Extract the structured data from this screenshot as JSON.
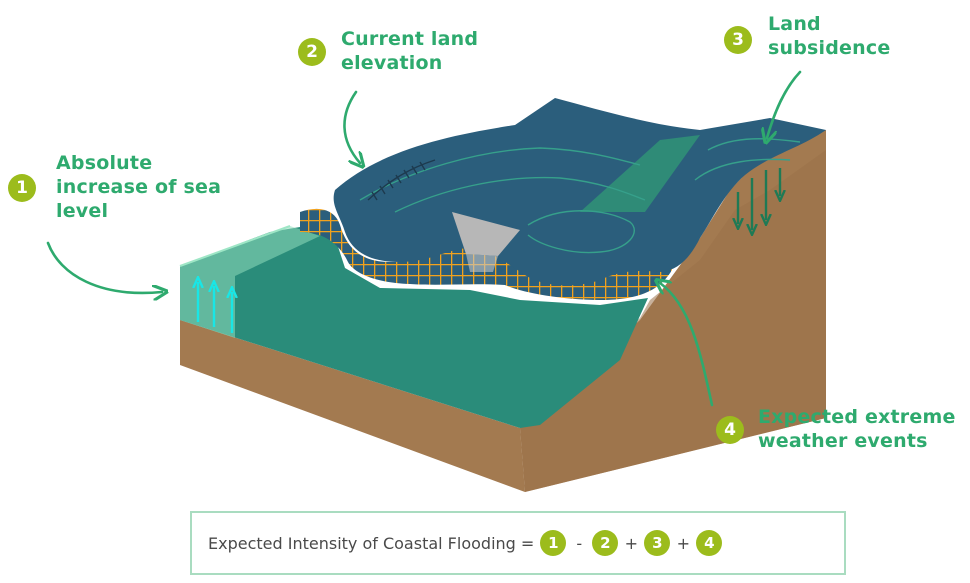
{
  "labels": {
    "one": {
      "badge": "1",
      "line1": "Absolute",
      "line2": "increase of sea",
      "line3": "level"
    },
    "two": {
      "badge": "2",
      "line1": "Current land",
      "line2": "elevation"
    },
    "three": {
      "badge": "3",
      "line1": "Land",
      "line2": "subsidence"
    },
    "four": {
      "badge": "4",
      "line1": "Expected extreme",
      "line2": "weather events"
    }
  },
  "formula": {
    "text": "Expected Intensity of Coastal Flooding =",
    "term1": "1",
    "op1": "-",
    "term2": "2",
    "op2": "+",
    "term3": "3",
    "op3": "+",
    "term4": "4"
  },
  "colors": {
    "label_text": "#2eaa6e",
    "badge": "#9cbc1c",
    "land_top": "#2b5e7c",
    "sea": "#2a8c7a",
    "soil": "#a37a50",
    "flood_grid": "#f2a21d",
    "sea_rise_arrows": "#19e6e6",
    "subsidence_arrows": "#1f7a55"
  },
  "icons": {
    "callout_arrow": "curved-arrow-icon",
    "up_arrow": "up-arrow-icon",
    "down_arrow": "down-arrow-icon"
  }
}
